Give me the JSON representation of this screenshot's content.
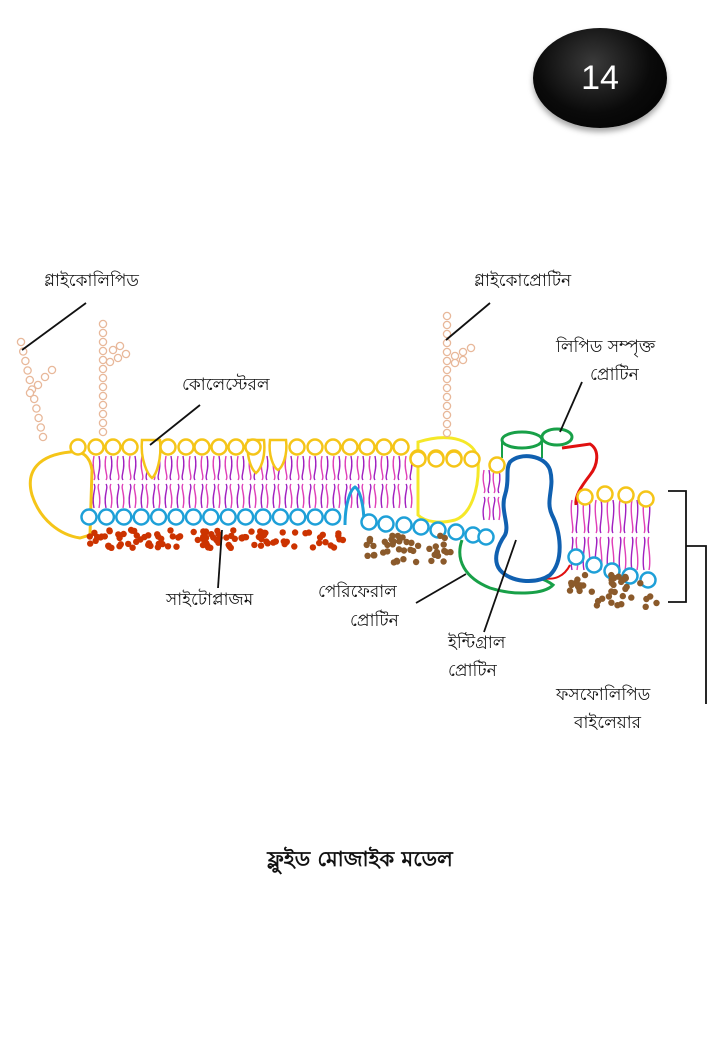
{
  "page_number": "14",
  "labels": {
    "glycolipid": "গ্লাইকোলিপিড",
    "glycoprotein": "গ্লাইকোপ্রোটিন",
    "cholesterol": "কোলেস্টেরল",
    "lipid_protein_1": "লিপিড সম্পৃক্ত",
    "lipid_protein_2": "প্রোটিন",
    "cytoplasm": "সাইটোপ্লাজম",
    "peripheral_1": "পেরিফেরাল",
    "peripheral_2": "প্রোটিন",
    "integral_1": "ইন্টিগ্রাল",
    "integral_2": "প্রোটিন",
    "bilayer_1": "ফসফোলিপিড",
    "bilayer_2": "বাইলেয়ার"
  },
  "caption": "ফ্লুইড মোজাইক মডেল",
  "colors": {
    "head_yellow": "#f5c518",
    "head_blue": "#1ea0d8",
    "tails_pink": "#e040b8",
    "tails_purple": "#a020c0",
    "cytoplasm_red": "#cc3300",
    "cytoplasm_brown": "#8b5a2b",
    "sugar_beige": "#e8b89a",
    "integral_blue": "#1060b0",
    "peripheral_green": "#18a048",
    "lipid_protein_red": "#e01010"
  }
}
